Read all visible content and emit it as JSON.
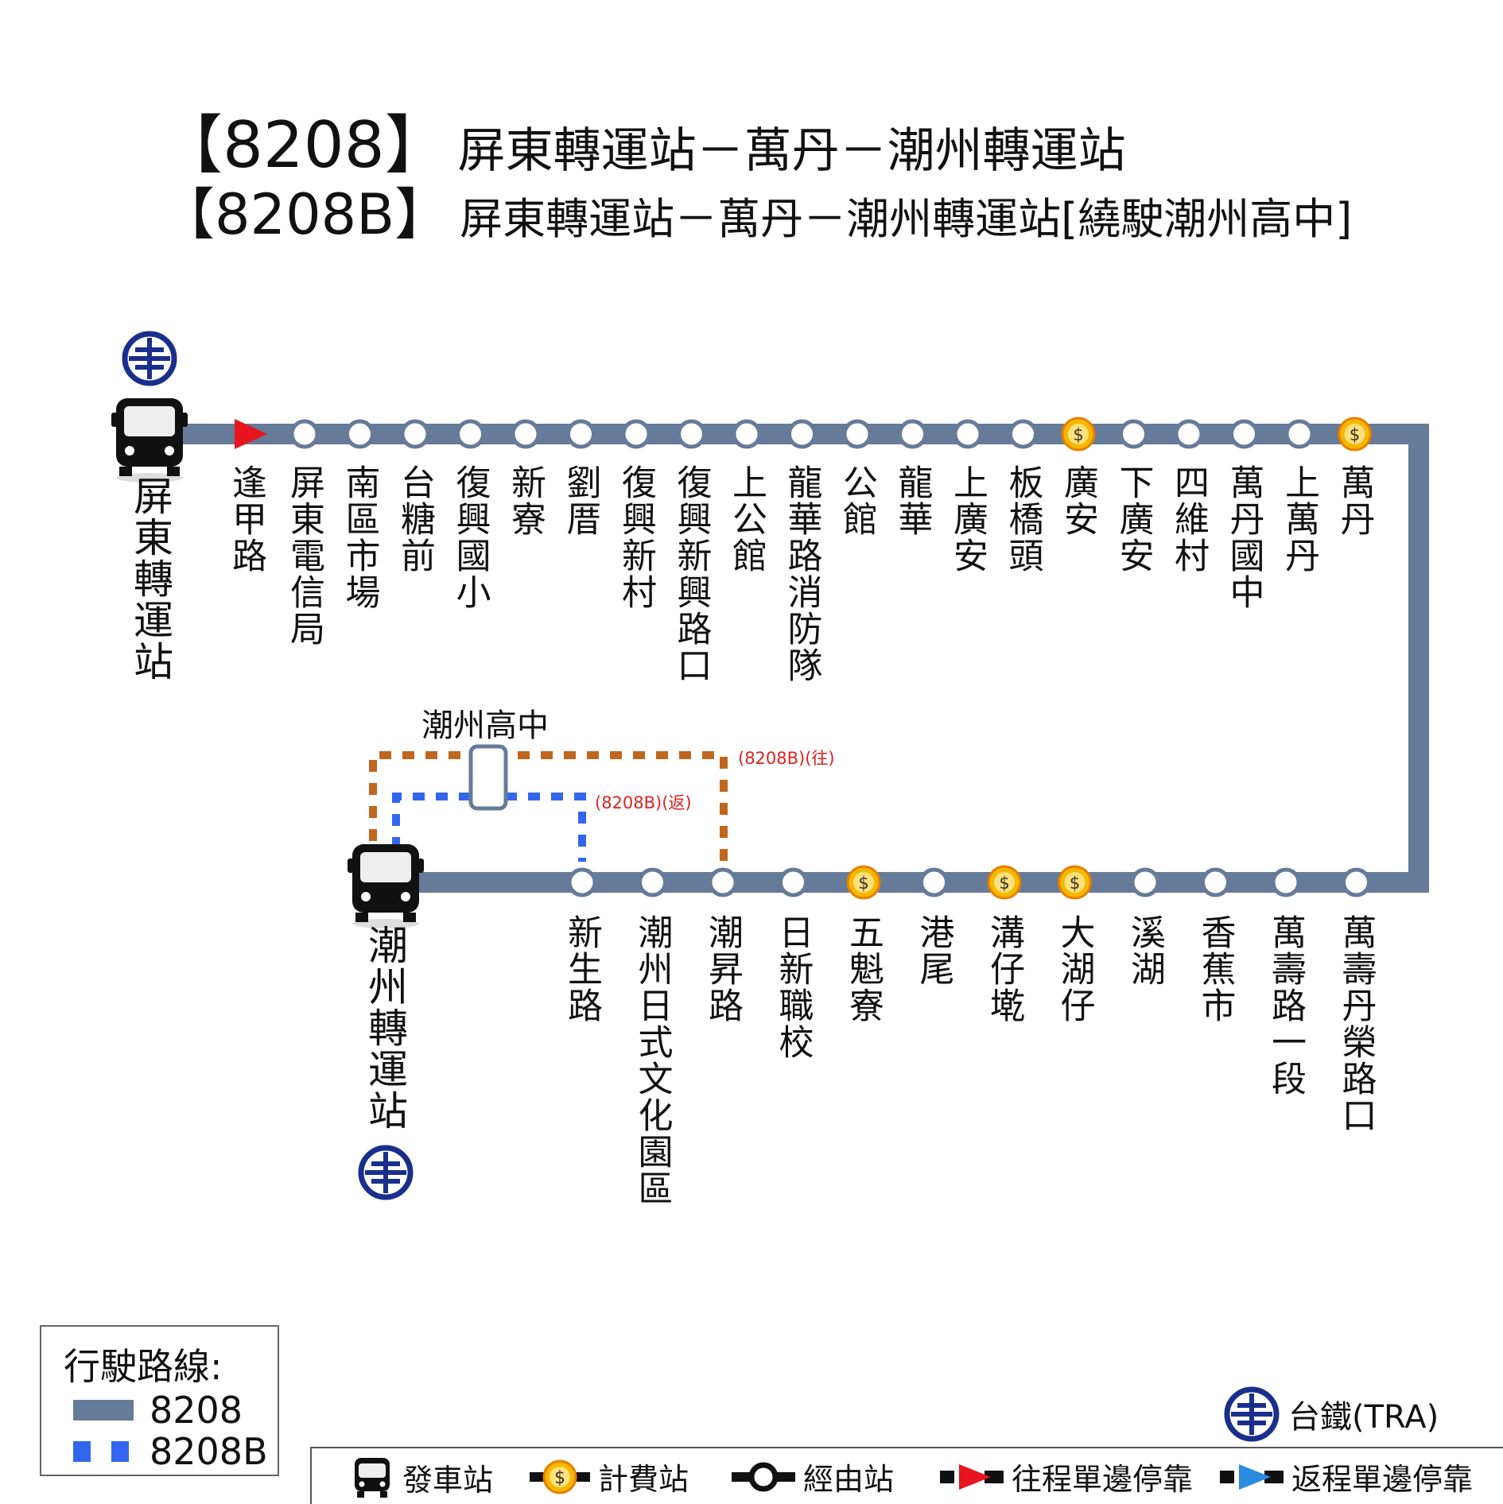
{
  "title": {
    "line1_code": "【8208】",
    "line1_text": "屏東轉運站－萬丹－潮州轉運站",
    "line2_code": "【8208B】",
    "line2_text": "屏東轉運站－萬丹－潮州轉運站[繞駛潮州高中]"
  },
  "terminals": {
    "start": "屏東轉運站",
    "end": "潮州轉運站"
  },
  "stops_top": [
    {
      "name": "逢甲路",
      "type": "oneway"
    },
    {
      "name": "屏東電信局",
      "type": "stop"
    },
    {
      "name": "南區市場",
      "type": "stop"
    },
    {
      "name": "台糖前",
      "type": "stop"
    },
    {
      "name": "復興國小",
      "type": "stop"
    },
    {
      "name": "新寮",
      "type": "stop"
    },
    {
      "name": "劉厝",
      "type": "stop"
    },
    {
      "name": "復興新村",
      "type": "stop"
    },
    {
      "name": "復興新興路口",
      "type": "stop"
    },
    {
      "name": "上公館",
      "type": "stop"
    },
    {
      "name": "龍華路消防隊",
      "type": "stop"
    },
    {
      "name": "公館",
      "type": "stop"
    },
    {
      "name": "龍華",
      "type": "stop"
    },
    {
      "name": "上廣安",
      "type": "stop"
    },
    {
      "name": "板橋頭",
      "type": "stop"
    },
    {
      "name": "廣安",
      "type": "fare"
    },
    {
      "name": "下廣安",
      "type": "stop"
    },
    {
      "name": "四維村",
      "type": "stop"
    },
    {
      "name": "萬丹國中",
      "type": "stop"
    },
    {
      "name": "上萬丹",
      "type": "stop"
    },
    {
      "name": "萬丹",
      "type": "fare"
    }
  ],
  "stops_bottom": [
    {
      "name": "新生路",
      "type": "stop"
    },
    {
      "name": "潮州日式文化園區",
      "type": "stop"
    },
    {
      "name": "潮昇路",
      "type": "stop"
    },
    {
      "name": "日新職校",
      "type": "stop"
    },
    {
      "name": "五魁寮",
      "type": "fare"
    },
    {
      "name": "港尾",
      "type": "stop"
    },
    {
      "name": "溝仔墘",
      "type": "fare"
    },
    {
      "name": "大湖仔",
      "type": "fare"
    },
    {
      "name": "溪湖",
      "type": "stop"
    },
    {
      "name": "香蕉市",
      "type": "stop"
    },
    {
      "name": "萬壽路一段",
      "type": "stop"
    },
    {
      "name": "萬壽丹榮路口",
      "type": "stop"
    }
  ],
  "branch": {
    "stop_name": "潮州高中",
    "outbound_note": "(8208B)(往)",
    "return_note": "(8208B)(返)"
  },
  "legend": {
    "title": "行駛路線:",
    "route_main": "8208",
    "route_branch": "8208B",
    "tra_label": "台鐵(TRA)"
  },
  "key": {
    "depot": "發車站",
    "fare": "計費站",
    "via": "經由站",
    "outbound_oneway": "往程單邊停靠",
    "return_oneway": "返程單邊停靠"
  },
  "colors": {
    "route_line": "#667a99",
    "branch_outbound": "#c0661f",
    "branch_return": "#3366ee",
    "tra_blue": "#1a2f8c",
    "fare_gold": "#f5b800",
    "outbound_arrow": "#e8141e",
    "return_arrow": "#2a8be0"
  },
  "icons": {
    "terminal": "bus-icon",
    "rail": "tra-logo-icon",
    "fare": "dollar-coin-icon",
    "stop": "circle-stop-icon",
    "oneway": "triangle-arrow-icon"
  }
}
